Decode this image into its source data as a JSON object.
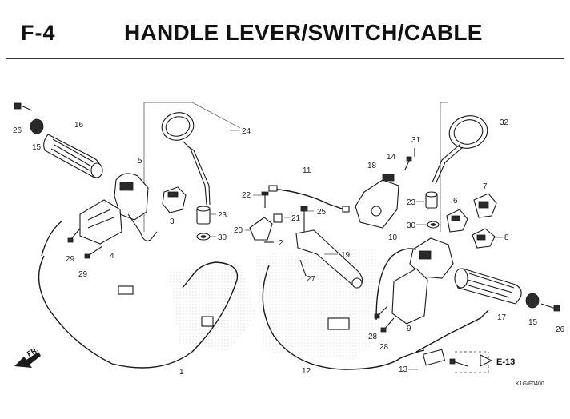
{
  "header": {
    "code": "F-4",
    "title": "HANDLE LEVER/SWITCH/CABLE"
  },
  "diagram": {
    "callouts": [
      {
        "id": "c1",
        "label": "1"
      },
      {
        "id": "c2",
        "label": "2"
      },
      {
        "id": "c3",
        "label": "3"
      },
      {
        "id": "c4",
        "label": "4"
      },
      {
        "id": "c5",
        "label": "5"
      },
      {
        "id": "c6",
        "label": "6"
      },
      {
        "id": "c7",
        "label": "7"
      },
      {
        "id": "c8",
        "label": "8"
      },
      {
        "id": "c9",
        "label": "9"
      },
      {
        "id": "c10",
        "label": "10"
      },
      {
        "id": "c11",
        "label": "11"
      },
      {
        "id": "c12",
        "label": "12"
      },
      {
        "id": "c13",
        "label": "13"
      },
      {
        "id": "c14",
        "label": "14"
      },
      {
        "id": "c15a",
        "label": "15"
      },
      {
        "id": "c15b",
        "label": "15"
      },
      {
        "id": "c16",
        "label": "16"
      },
      {
        "id": "c17",
        "label": "17"
      },
      {
        "id": "c18",
        "label": "18"
      },
      {
        "id": "c19",
        "label": "19"
      },
      {
        "id": "c20",
        "label": "20"
      },
      {
        "id": "c21",
        "label": "21"
      },
      {
        "id": "c22",
        "label": "22"
      },
      {
        "id": "c23a",
        "label": "23"
      },
      {
        "id": "c23b",
        "label": "23"
      },
      {
        "id": "c24",
        "label": "24"
      },
      {
        "id": "c25",
        "label": "25"
      },
      {
        "id": "c26a",
        "label": "26"
      },
      {
        "id": "c26b",
        "label": "26"
      },
      {
        "id": "c27",
        "label": "27"
      },
      {
        "id": "c28a",
        "label": "28"
      },
      {
        "id": "c28b",
        "label": "28"
      },
      {
        "id": "c29a",
        "label": "29"
      },
      {
        "id": "c29b",
        "label": "29"
      },
      {
        "id": "c30a",
        "label": "30"
      },
      {
        "id": "c30b",
        "label": "30"
      },
      {
        "id": "c31",
        "label": "31"
      },
      {
        "id": "c32",
        "label": "32"
      }
    ],
    "reference_label": "E-13",
    "direction_label": "FR.",
    "figure_code": "K1G/F0400"
  }
}
